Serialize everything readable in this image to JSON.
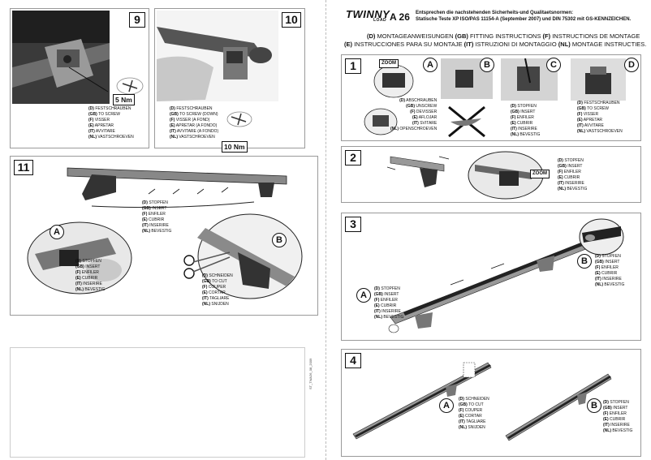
{
  "header": {
    "brand": "TWINNY",
    "brand_sub": "LOAD",
    "code": "A 26",
    "norm_line1": "Entsprechen die nachstehenden Sicherheits-und Qualitaetsnormen:",
    "norm_line2": "Statische Teste XP ISO/PAS 11154-A (September 2007) und DIN 75302 mit GS-KENNZEICHEN.",
    "languages_line1": [
      "(D)",
      " MONTAGEANWEISUNGEN  ",
      "(GB)",
      " FITTING INSTRUCTIONS  ",
      "(F)",
      " INSTRUCTIONS DE MONTAGE"
    ],
    "languages_line2": [
      "(E)",
      " INSTRUCCIONES PARA SU MONTAJE  ",
      "(IT)",
      " ISTRUZIONI DI MONTAGGIO ",
      "(NL)",
      " MONTAGE INSTRUCTIES."
    ]
  },
  "doc_code": "ST_TWA26_08_2009",
  "legends": {
    "screw": [
      [
        "(D)",
        " FESTSCHRAUBEN"
      ],
      [
        "(GB)",
        " TO SCREW"
      ],
      [
        "(F)",
        " VISSER"
      ],
      [
        "(E)",
        " APRETAR"
      ],
      [
        "(IT)",
        " AVVITARE"
      ],
      [
        "(NL)",
        " VASTSCHROEVEN"
      ]
    ],
    "screw_down": [
      [
        "(D)",
        " FESTSCHRAUBEN"
      ],
      [
        "(GB)",
        " TO SCREW (DOWN)"
      ],
      [
        "(F)",
        " VISSER (A FOND)"
      ],
      [
        "(E)",
        " APRETAR (A FONDO)"
      ],
      [
        "(IT)",
        " AVVITARE (A FONDO)"
      ],
      [
        "(NL)",
        " VASTSCHROEVEN"
      ]
    ],
    "insert": [
      [
        "(D)",
        " STOPFEN"
      ],
      [
        "(GB)",
        " INSERT"
      ],
      [
        "(F)",
        " ENFILER"
      ],
      [
        "(E)",
        " CUBRIR"
      ],
      [
        "(IT)",
        " INSERIRE"
      ],
      [
        "(NL)",
        " BEVESTIG"
      ]
    ],
    "cut": [
      [
        "(D)",
        " SCHNEIDEN"
      ],
      [
        "(GB)",
        " TO CUT"
      ],
      [
        "(F)",
        " COUPER"
      ],
      [
        "(E)",
        " CORTAR"
      ],
      [
        "(IT)",
        " TAGLIARE"
      ],
      [
        "(NL)",
        " SNIJDEN"
      ]
    ],
    "unscrew": [
      [
        "(D)",
        " ABSCHRAUBEN"
      ],
      [
        "(GB)",
        " UNSCREW"
      ],
      [
        "(F)",
        " DEVISSER"
      ],
      [
        "(E)",
        " AFLOJAR"
      ],
      [
        "(IT)",
        " SVITARE"
      ],
      [
        "(NL)",
        " OPENSCHROEVEN"
      ]
    ]
  },
  "steps": {
    "s9": {
      "num": "9",
      "torque": "5 Nm"
    },
    "s10": {
      "num": "10",
      "torque": "10 Nm"
    },
    "s11": {
      "num": "11",
      "a": "A",
      "b": "B"
    },
    "s1": {
      "num": "1",
      "a": "A",
      "b": "B",
      "c": "C",
      "d": "D",
      "zoom": "ZOOM"
    },
    "s2": {
      "num": "2",
      "zoom": "ZOOM"
    },
    "s3": {
      "num": "3",
      "a": "A",
      "b": "B"
    },
    "s4": {
      "num": "4",
      "a": "A",
      "b": "B"
    }
  }
}
